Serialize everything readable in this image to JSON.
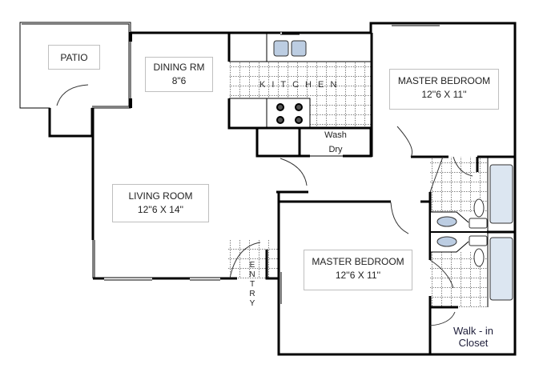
{
  "floorplan": {
    "rooms": {
      "patio": {
        "name": "PATIO"
      },
      "dining": {
        "name": "DINING RM",
        "size": "8\"6"
      },
      "kitchen": {
        "name": "KITCHEN"
      },
      "laundry": {
        "line1": "Wash",
        "line2": "Dry"
      },
      "master_bedroom_1": {
        "name": "MASTER BEDROOM",
        "size": "12''6 X 11''"
      },
      "living": {
        "name": "LIVING ROOM",
        "size": "12''6 X 14''"
      },
      "master_bedroom_2": {
        "name": "MASTER BEDROOM",
        "size": "12''6 X 11''"
      },
      "entry": {
        "letters": [
          "E",
          "N",
          "T",
          "R",
          "Y"
        ]
      },
      "closet": {
        "line1": "Walk - in",
        "line2": "Closet"
      }
    },
    "colors": {
      "wall": "#000000",
      "fixture_fill": "#bccde2",
      "tub_fill": "#dce6f1",
      "label_border": "#bfbfbf",
      "tile_line": "#000000"
    }
  }
}
